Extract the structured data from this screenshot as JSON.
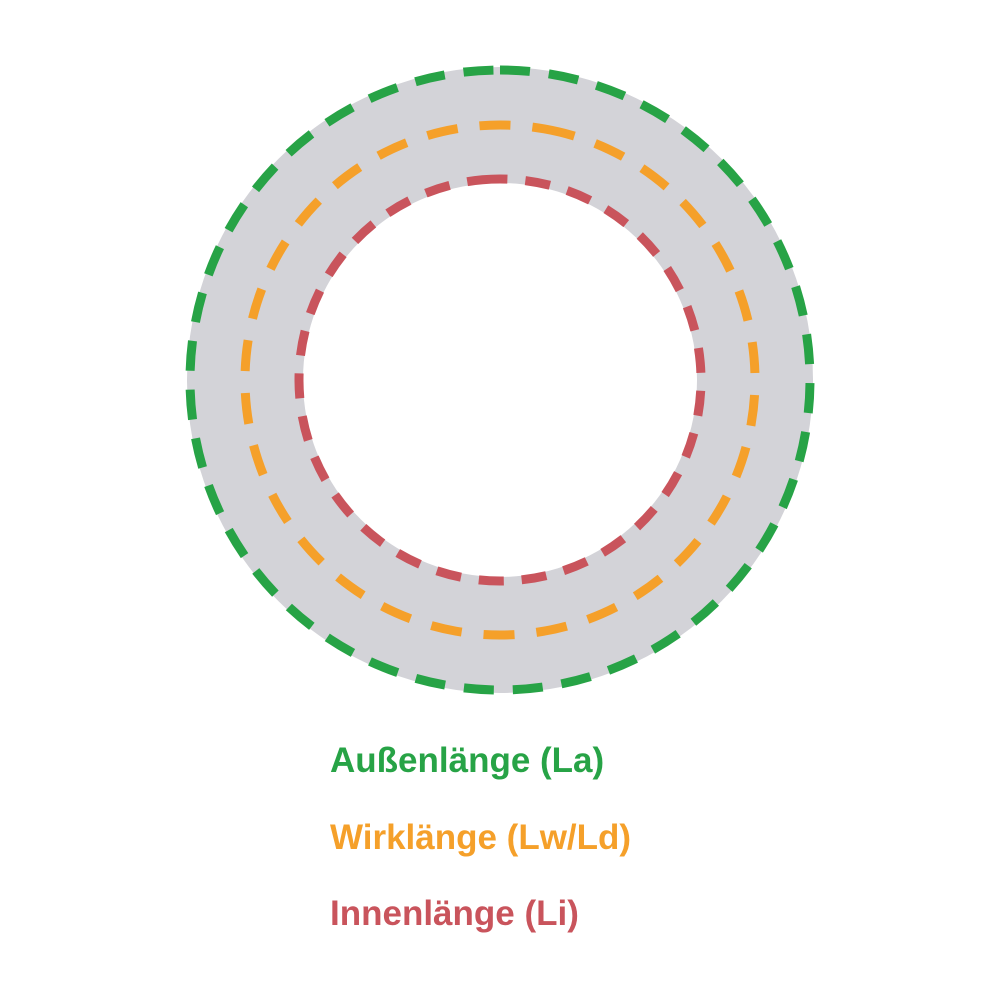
{
  "diagram": {
    "description": "V-belt length measurement diagram",
    "ring": {
      "color": "#d3d3d8"
    },
    "circles": [
      {
        "id": "outer-length",
        "color": "#27a346",
        "radius": 310,
        "dash": "30 19"
      },
      {
        "id": "effective-length",
        "color": "#f5a02a",
        "radius": 255,
        "dash": "31 22"
      },
      {
        "id": "inner-length",
        "color": "#c9545c",
        "radius": 201,
        "dash": "25 18"
      }
    ],
    "labels": [
      {
        "text": "Außenlänge (La)",
        "color": "#27a346"
      },
      {
        "text": "Wirklänge (Lw/Ld)",
        "color": "#f5a02a"
      },
      {
        "text": "Innenlänge (Li)",
        "color": "#c9545c"
      }
    ]
  }
}
